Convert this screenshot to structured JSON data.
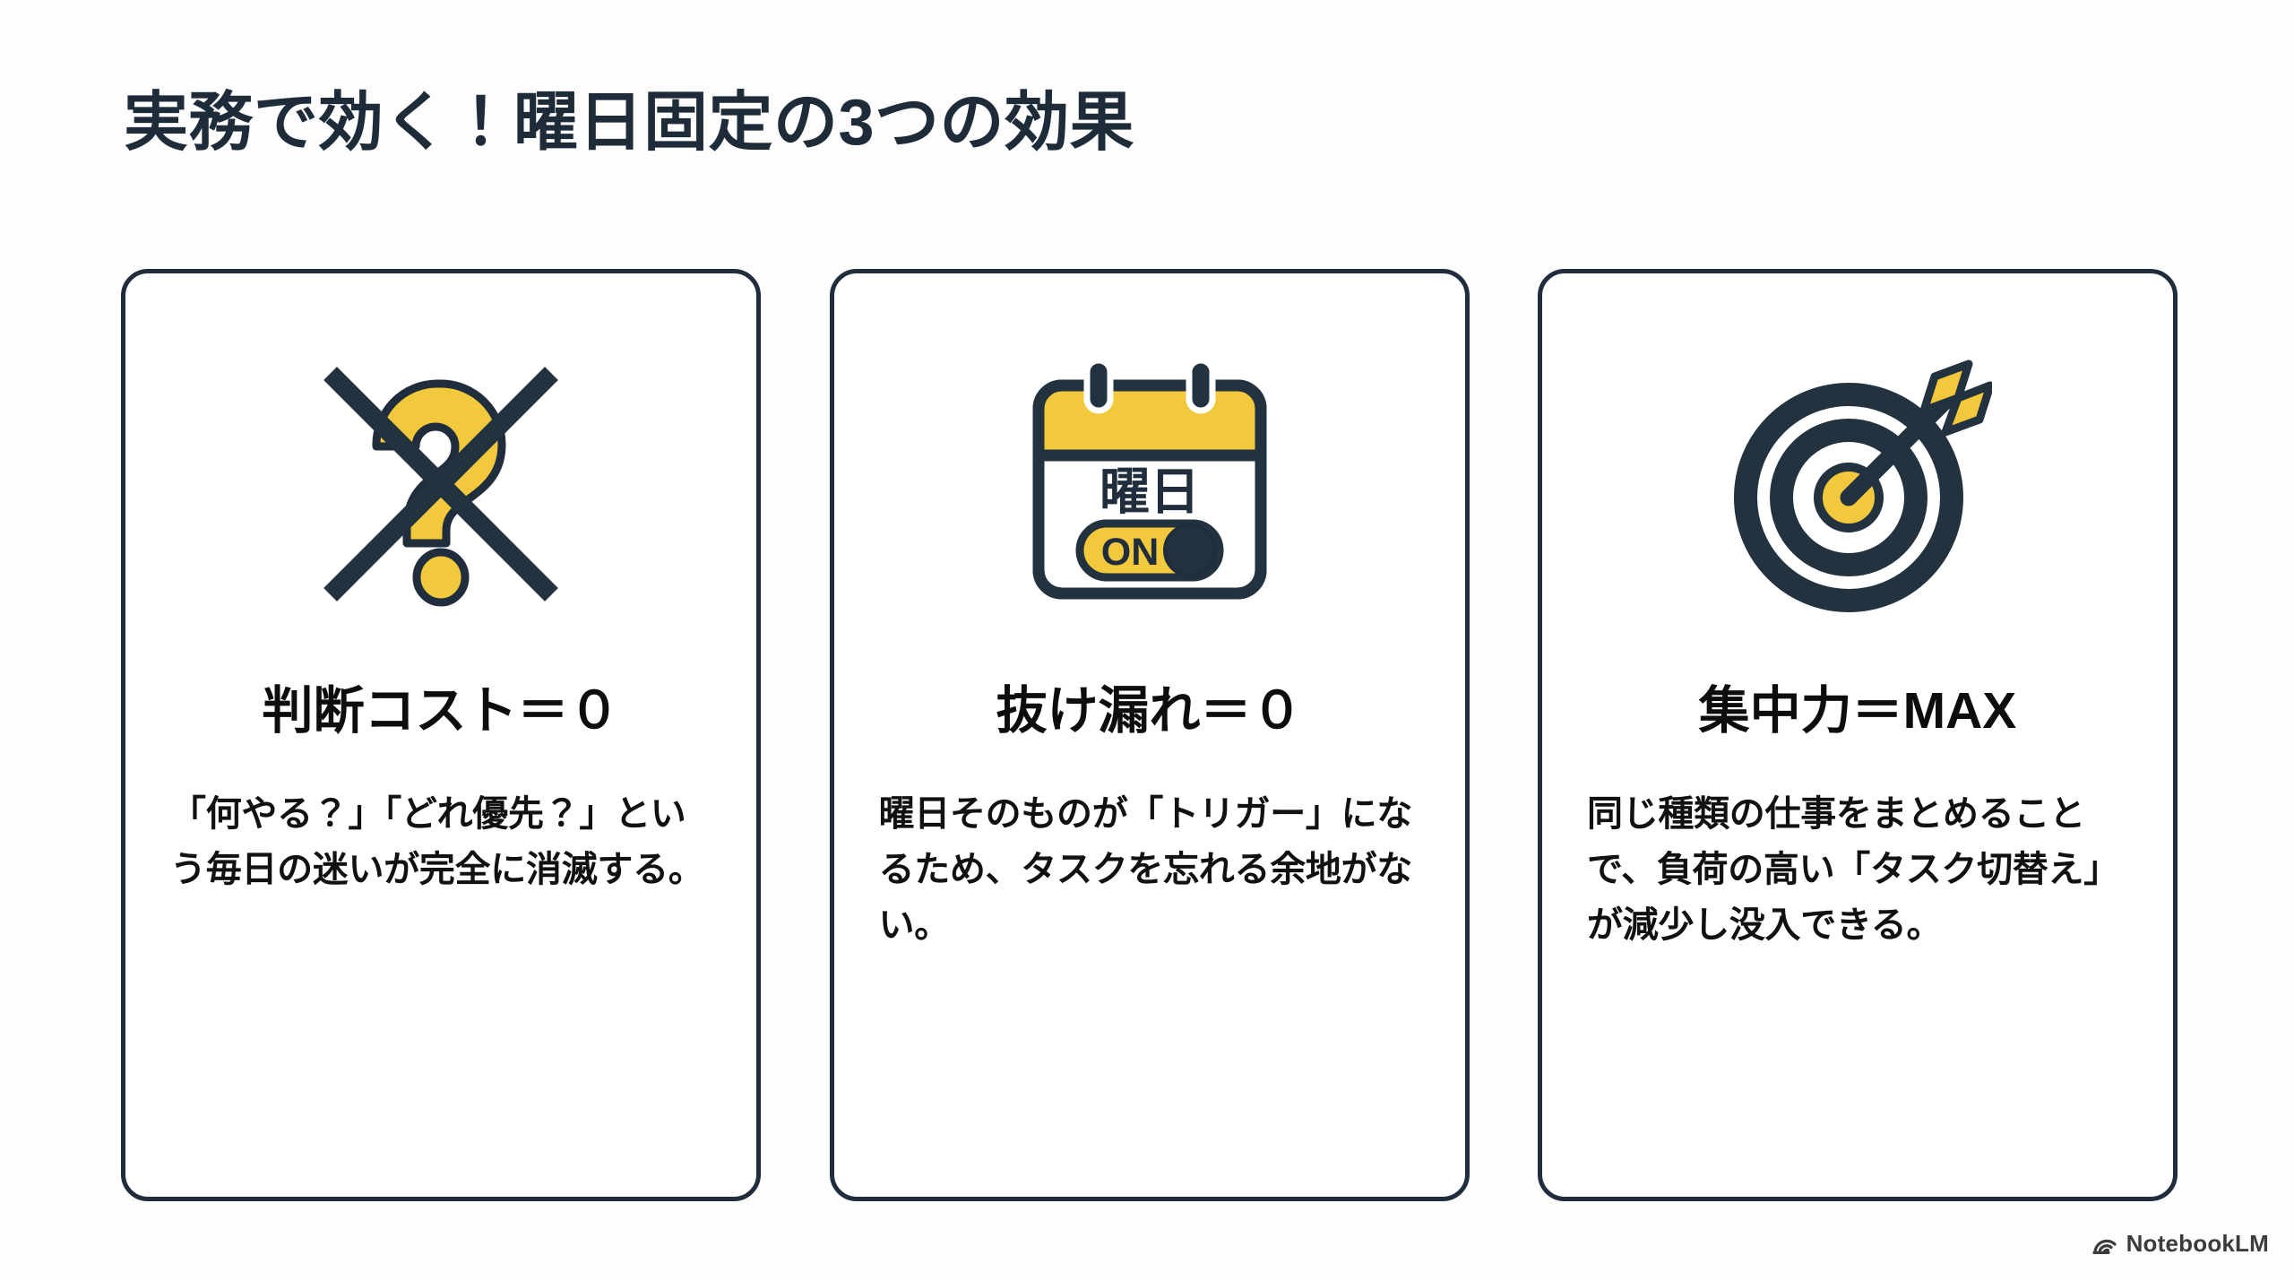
{
  "slide": {
    "title": "実務で効く！曜日固定の3つの効果",
    "background_color": "#fdfdfd",
    "accent_color": "#f2c93c",
    "ink_color": "#1f2d3c"
  },
  "cards": [
    {
      "icon_name": "crossed-out-question-mark-icon",
      "heading": "判断コスト＝０",
      "body": "「何やる？」「どれ優先？」という毎日の迷いが完全に消滅する。"
    },
    {
      "icon_name": "calendar-toggle-on-icon",
      "icon_labels": {
        "calendar_text": "曜日",
        "toggle_text": "ON"
      },
      "heading": "抜け漏れ＝０",
      "body": "曜日そのものが「トリガー」になるため、タスクを忘れる余地がない。"
    },
    {
      "icon_name": "target-with-arrow-icon",
      "heading": "集中力＝MAX",
      "body": "同じ種類の仕事をまとめることで、負荷の高い「タスク切替え」が減少し没入できる。"
    }
  ],
  "watermark": {
    "label": "NotebookLM",
    "icon_name": "notebooklm-spiral-icon"
  }
}
